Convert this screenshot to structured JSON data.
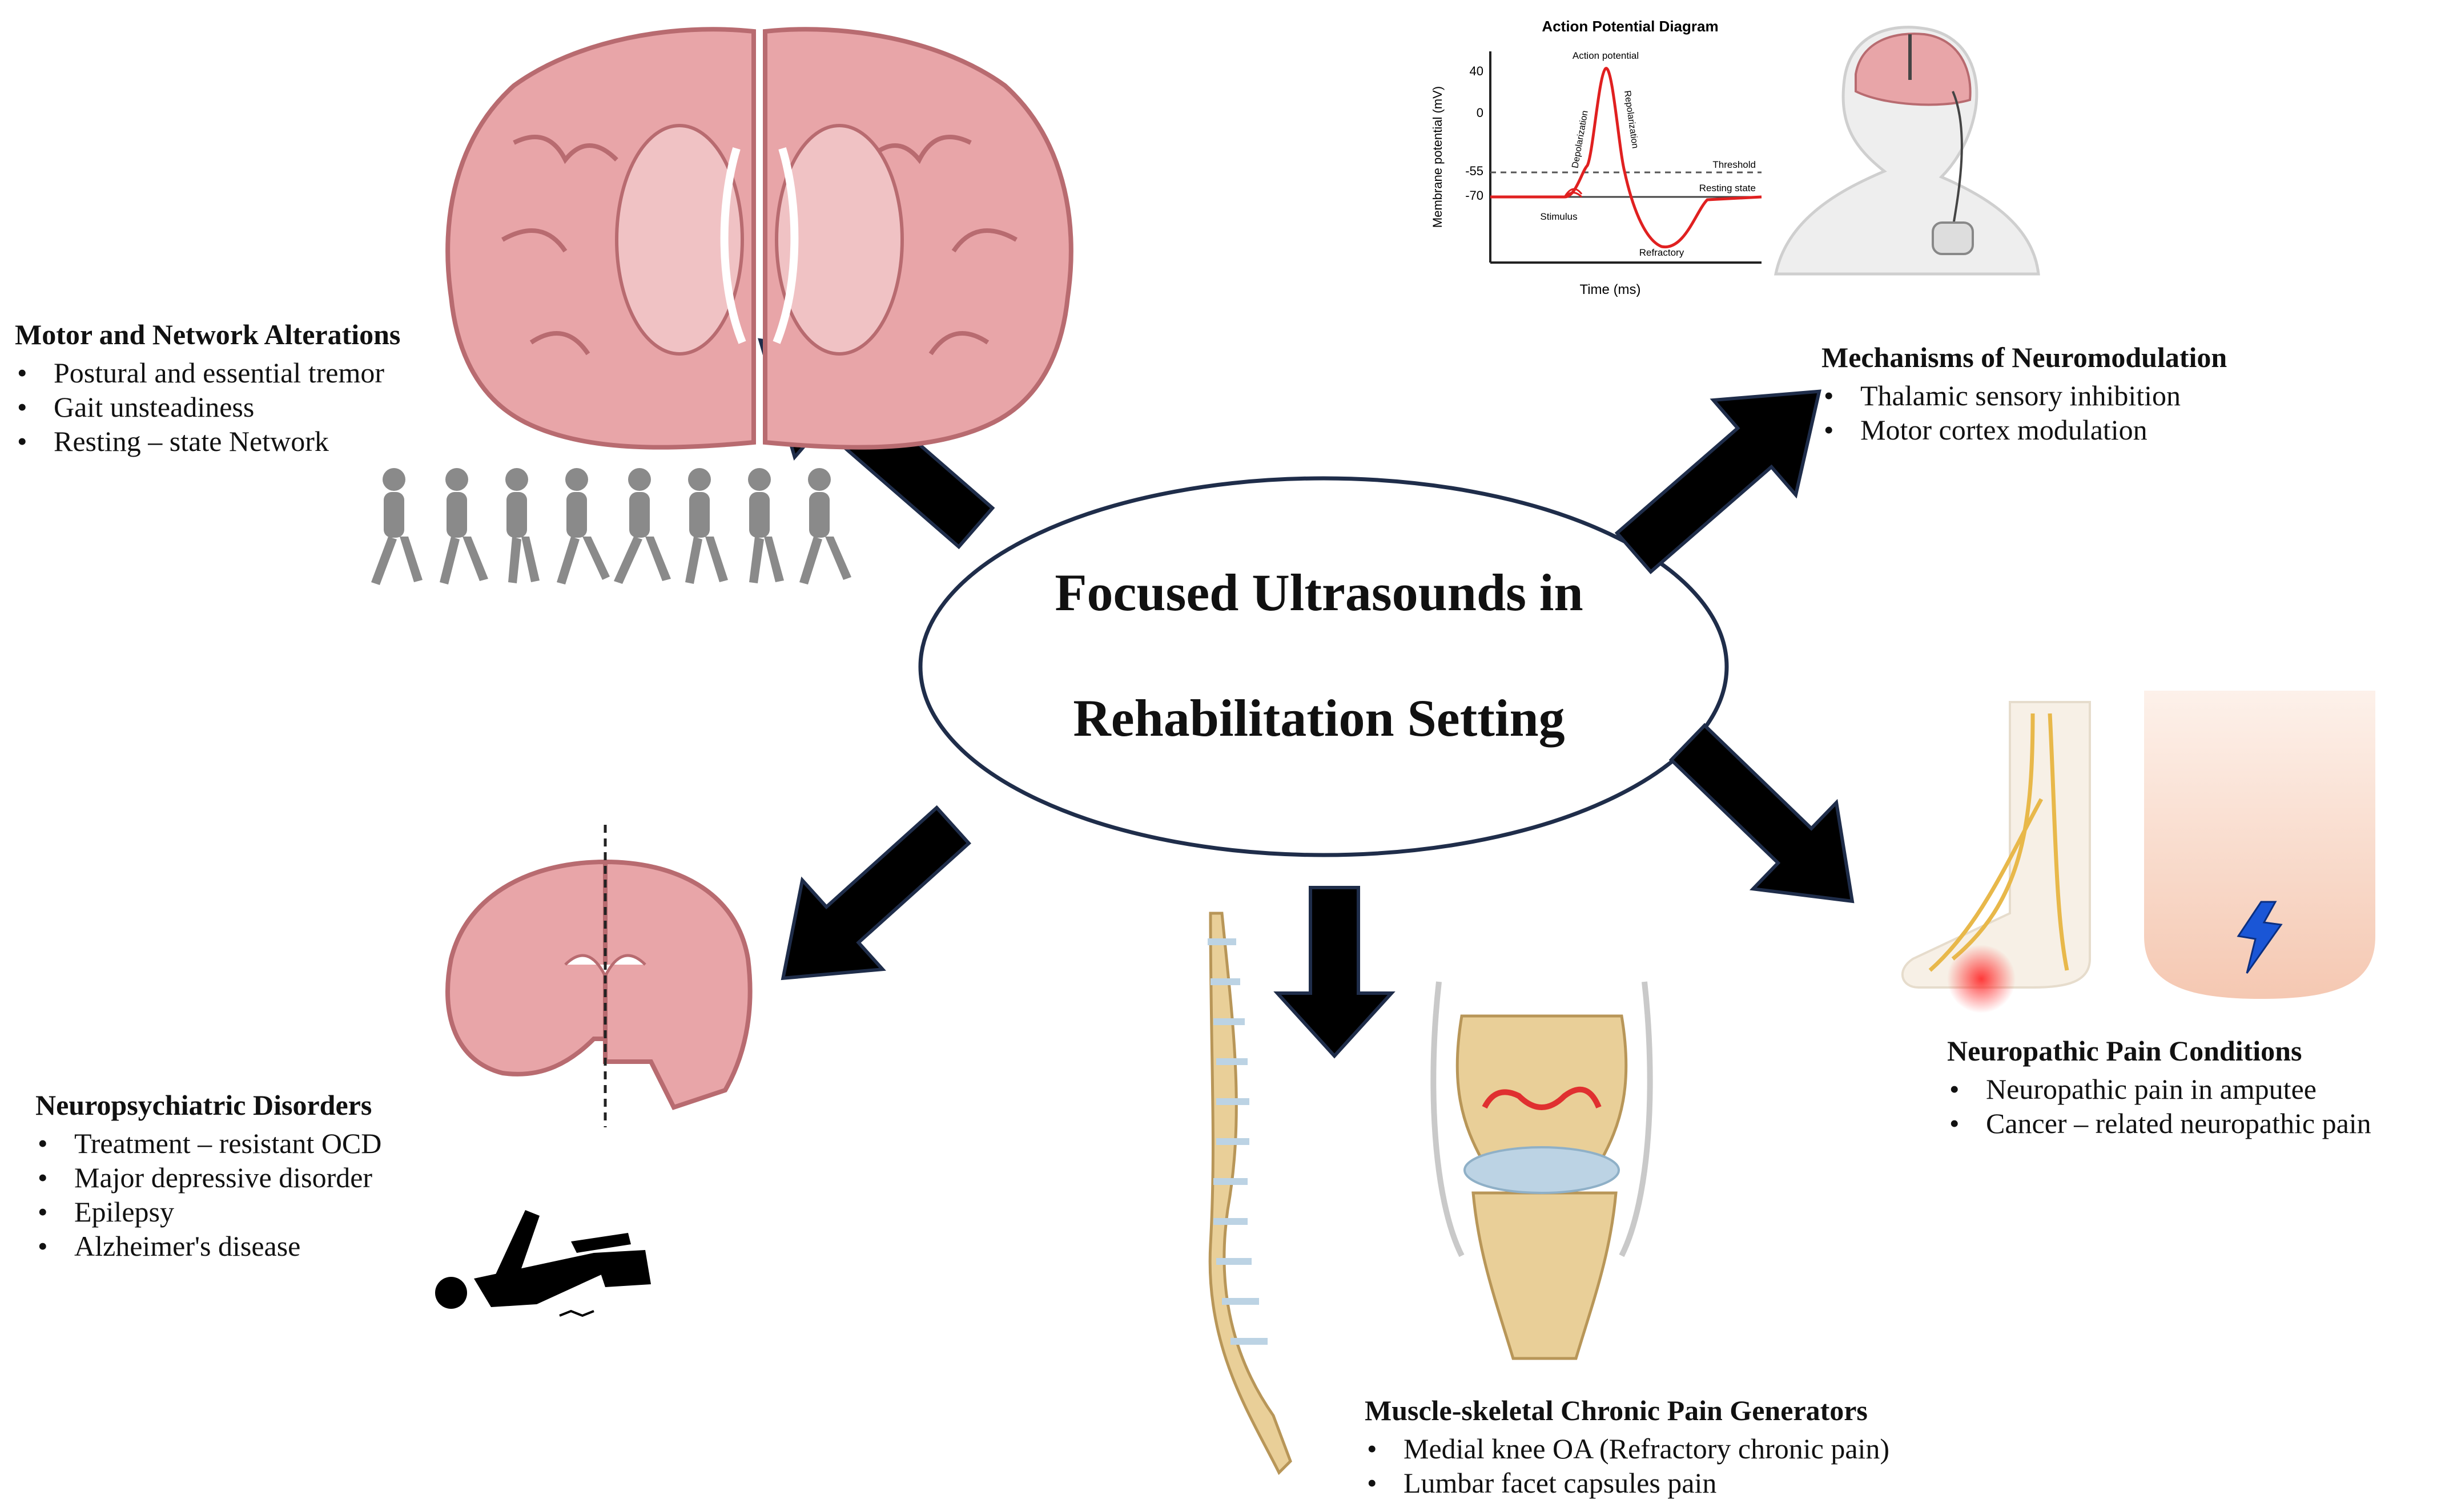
{
  "center": {
    "line1": "Focused Ultrasounds in",
    "line2": "Rehabilitation Setting"
  },
  "blocks": {
    "motor": {
      "title": "Motor and Network Alterations",
      "items": [
        "Postural and essential tremor",
        "Gait unsteadiness",
        "Resting – state Network"
      ]
    },
    "mechanisms": {
      "title": "Mechanisms of Neuromodulation",
      "items": [
        "Thalamic sensory inhibition",
        "Motor cortex modulation"
      ]
    },
    "neuropathic": {
      "title": "Neuropathic Pain Conditions",
      "items": [
        "Neuropathic pain in amputee",
        "Cancer – related neuropathic pain"
      ]
    },
    "neuropsych": {
      "title": "Neuropsychiatric Disorders",
      "items": [
        "Treatment – resistant  OCD",
        "Major depressive disorder",
        "Epilepsy",
        "Alzheimer's disease"
      ]
    },
    "msk": {
      "title": "Muscle-skeletal Chronic Pain Generators",
      "items": [
        "Medial knee OA (Refractory chronic pain)",
        "Lumbar facet capsules pain"
      ]
    }
  },
  "action_potential": {
    "title": "Action Potential Diagram",
    "ylabel": "Membrane potential (mV)",
    "xlabel": "Time (ms)",
    "yticks": [
      "40",
      "0",
      "-55",
      "-70"
    ],
    "labels": {
      "peak": "Action potential",
      "depolarization": "Depolarization",
      "repolarization": "Repolarization",
      "threshold": "Threshold",
      "resting": "Resting state",
      "stimulus": "Stimulus",
      "refractory": "Refractory"
    }
  },
  "colors": {
    "brain_fill": "#e8a5a8",
    "brain_stroke": "#b86b70",
    "ap_curve": "#e02020",
    "arrow": "#000000",
    "ellipse_stroke": "#1f2d4a",
    "bone": "#e9cf98",
    "skin": "#f6d6c6"
  }
}
